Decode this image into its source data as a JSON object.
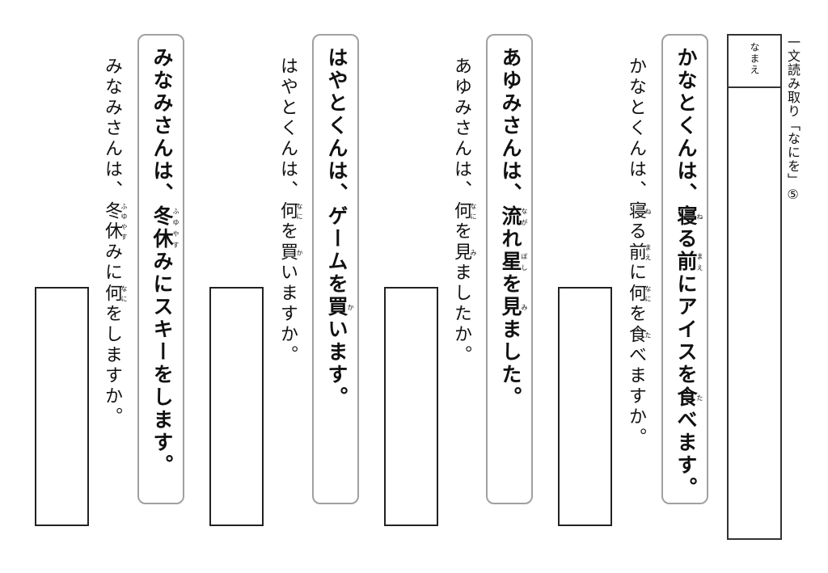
{
  "header": {
    "title": "一文読み取り「なにを」⑤",
    "name_label": "なまえ"
  },
  "items": [
    {
      "story": [
        {
          "t": "かなとくんは、"
        },
        {
          "t": "寝",
          "r": "ね"
        },
        {
          "t": "る"
        },
        {
          "t": "前",
          "r": "まえ"
        },
        {
          "t": "にアイスを"
        },
        {
          "t": "食",
          "r": "た"
        },
        {
          "t": "べます。"
        }
      ],
      "question": [
        {
          "t": "かなとくんは、"
        },
        {
          "t": "寝",
          "r": "ね"
        },
        {
          "t": "る"
        },
        {
          "t": "前",
          "r": "まえ"
        },
        {
          "t": "に"
        },
        {
          "t": "何",
          "r": "なに"
        },
        {
          "t": "を"
        },
        {
          "t": "食",
          "r": "た"
        },
        {
          "t": "べますか。"
        }
      ]
    },
    {
      "story": [
        {
          "t": "あゆみさんは、"
        },
        {
          "t": "流",
          "r": "なが"
        },
        {
          "t": "れ"
        },
        {
          "t": "星",
          "r": "ぼし"
        },
        {
          "t": "を"
        },
        {
          "t": "見",
          "r": "み"
        },
        {
          "t": "ました。"
        }
      ],
      "question": [
        {
          "t": "あゆみさんは、"
        },
        {
          "t": "何",
          "r": "なに"
        },
        {
          "t": "を"
        },
        {
          "t": "見",
          "r": "み"
        },
        {
          "t": "ましたか。"
        }
      ]
    },
    {
      "story": [
        {
          "t": "はやとくんは、ゲームを"
        },
        {
          "t": "買",
          "r": "か"
        },
        {
          "t": "います。"
        }
      ],
      "question": [
        {
          "t": "はやとくんは、"
        },
        {
          "t": "何",
          "r": "なに"
        },
        {
          "t": "を"
        },
        {
          "t": "買",
          "r": "か"
        },
        {
          "t": "いますか。"
        }
      ]
    },
    {
      "story": [
        {
          "t": "みなみさんは、"
        },
        {
          "t": "冬",
          "r": "ふゆ"
        },
        {
          "t": "休",
          "r": "やす"
        },
        {
          "t": "みにスキーをします。"
        }
      ],
      "question": [
        {
          "t": "みなみさんは、"
        },
        {
          "t": "冬",
          "r": "ふゆ"
        },
        {
          "t": "休",
          "r": "やす"
        },
        {
          "t": "みに"
        },
        {
          "t": "何",
          "r": "なに"
        },
        {
          "t": "をしますか。"
        }
      ]
    }
  ]
}
